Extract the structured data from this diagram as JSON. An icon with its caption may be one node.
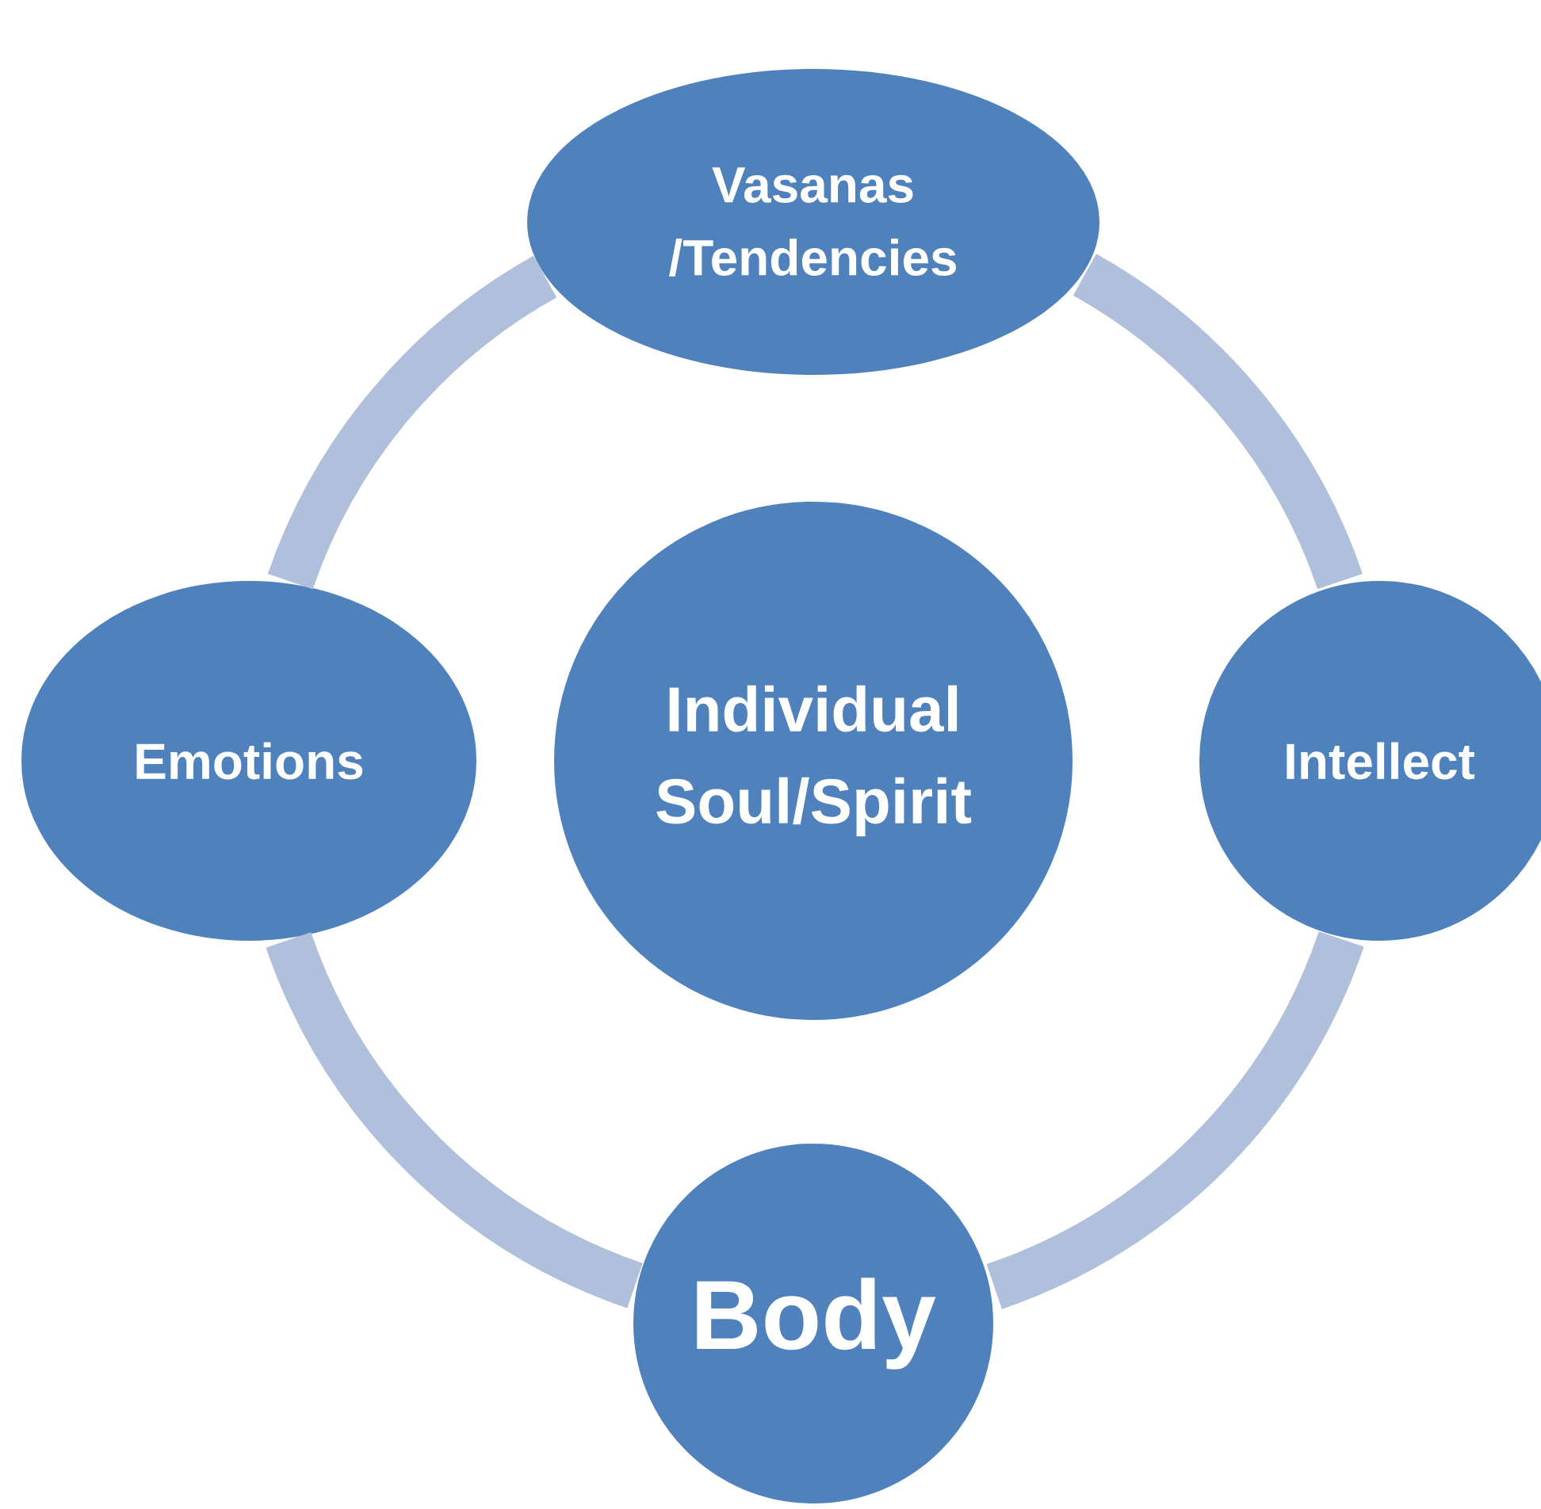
{
  "diagram": {
    "nodes": [
      {
        "text": [
          "Vasanas /Tendencies"
        ]
      },
      {
        "text": [
          "Emotions"
        ]
      },
      {
        "text": [
          "Individual Soul/Spirit"
        ]
      },
      {
        "text": [
          "Intellect"
        ]
      },
      {
        "text": [
          "Body"
        ]
      }
    ],
    "edges": [
      {
        "from": 0,
        "to": 3,
        "arrow": "none"
      },
      {
        "from": 3,
        "to": 4,
        "arrow": "none"
      },
      {
        "from": 4,
        "to": 1,
        "arrow": "none"
      },
      {
        "from": 1,
        "to": 0,
        "arrow": "none"
      }
    ]
  }
}
